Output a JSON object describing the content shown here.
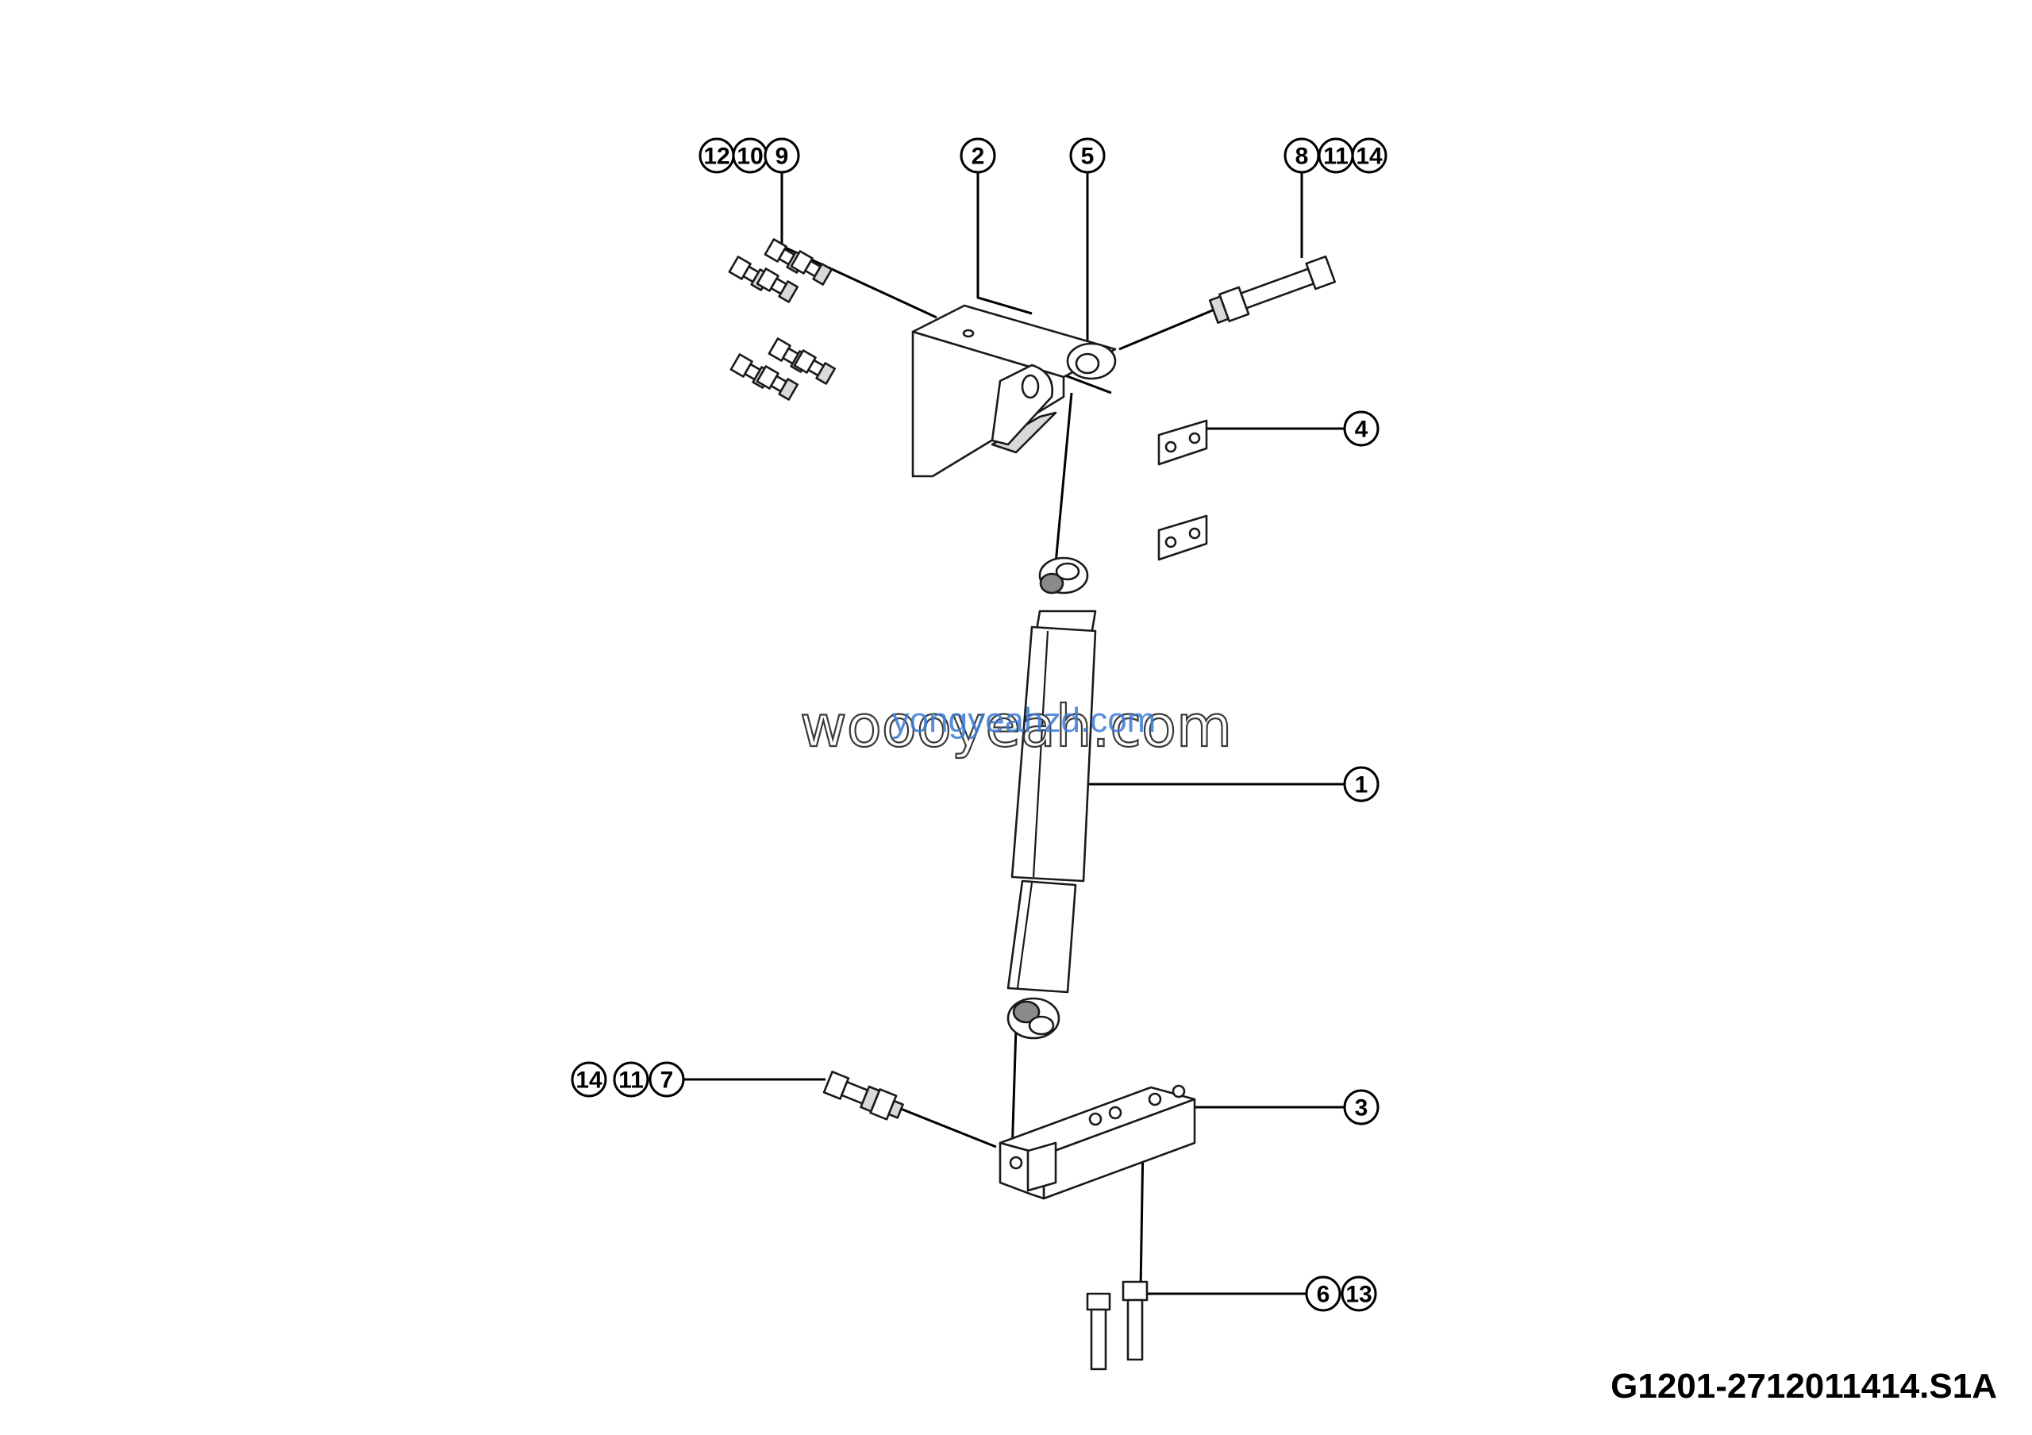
{
  "drawing_code": "G1201-2712011414.S1A",
  "watermark": {
    "primary": "woooyeah.com",
    "secondary": "yongyeahzd.com"
  },
  "callouts": [
    {
      "id": "c-12",
      "label": "12"
    },
    {
      "id": "c-10",
      "label": "10"
    },
    {
      "id": "c-9",
      "label": "9"
    },
    {
      "id": "c-2",
      "label": "2"
    },
    {
      "id": "c-5",
      "label": "5"
    },
    {
      "id": "c-8",
      "label": "8"
    },
    {
      "id": "c-11a",
      "label": "11"
    },
    {
      "id": "c-14a",
      "label": "14"
    },
    {
      "id": "c-4",
      "label": "4"
    },
    {
      "id": "c-1",
      "label": "1"
    },
    {
      "id": "c-14b",
      "label": "14"
    },
    {
      "id": "c-11b",
      "label": "11"
    },
    {
      "id": "c-7",
      "label": "7"
    },
    {
      "id": "c-3",
      "label": "3"
    },
    {
      "id": "c-6",
      "label": "6"
    },
    {
      "id": "c-13",
      "label": "13"
    }
  ],
  "colors": {
    "line": "#000000",
    "watermark_blue": "#3a7bd5"
  }
}
